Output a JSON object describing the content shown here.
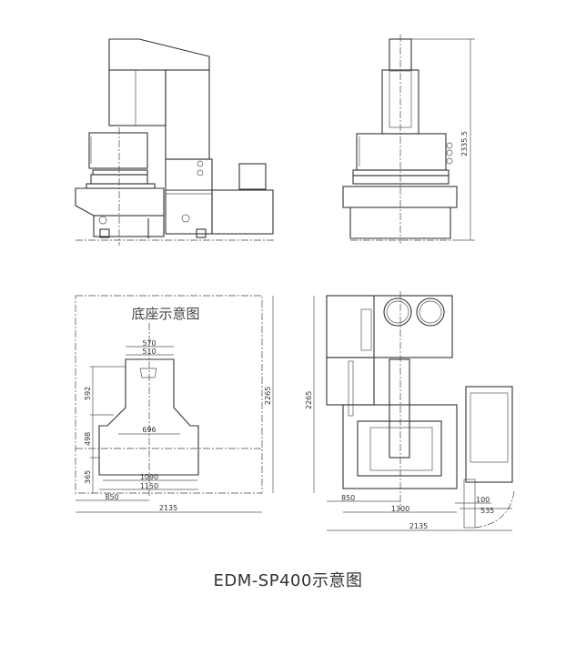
{
  "caption": "EDM-SP400示意图",
  "front_view": {
    "height_dim": "2335.5"
  },
  "base_plan": {
    "title": "底座示意图",
    "dims": {
      "w570": "570",
      "w510": "510",
      "h592": "592",
      "h498": "498",
      "h365": "365",
      "w696": "696",
      "w1090": "1090",
      "w1150": "1150",
      "w850": "850",
      "w2135": "2135",
      "h2265": "2265"
    }
  },
  "machine_plan": {
    "dims": {
      "h2265": "2265",
      "w850": "850",
      "w1300": "1300",
      "w2135": "2135",
      "w100": "100",
      "w535": "535"
    }
  }
}
